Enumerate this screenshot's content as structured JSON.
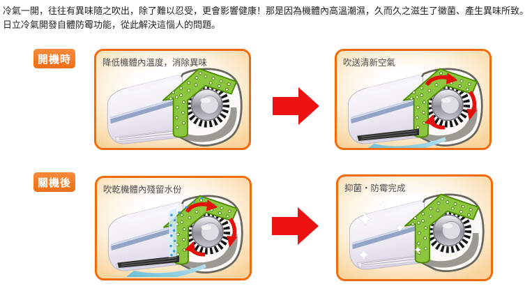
{
  "intro": {
    "line1": "冷氣一開，往往有異味隨之吹出，除了難以忍受，更會影響健康！那是因為機體內高溫潮濕，久而久之滋生了黴菌、產生異味所致。",
    "line2": "日立冷氣開發自體防霉功能，從此解決這惱人的問題。"
  },
  "rows": [
    {
      "tag": "開機時",
      "panels": [
        {
          "caption": "降低機體內溫度，消除異味"
        },
        {
          "caption": "吹送清新空氣"
        }
      ]
    },
    {
      "tag": "關機後",
      "panels": [
        {
          "caption": "吹乾機體內殘留水份"
        },
        {
          "caption": "抑菌・防霉完成"
        }
      ]
    }
  ],
  "colors": {
    "panel_border": "#F26A0A",
    "tag_orange": "#EE6F15",
    "panel_gradient_edge": "#F9D49C",
    "big_arrow_red": "#EE1111",
    "circulation_arrow_red": "#E3100C",
    "exchanger_green": "#8CC63E",
    "airflow_blue": "#3FB0D8",
    "caption_text": "#4b4b4b"
  }
}
